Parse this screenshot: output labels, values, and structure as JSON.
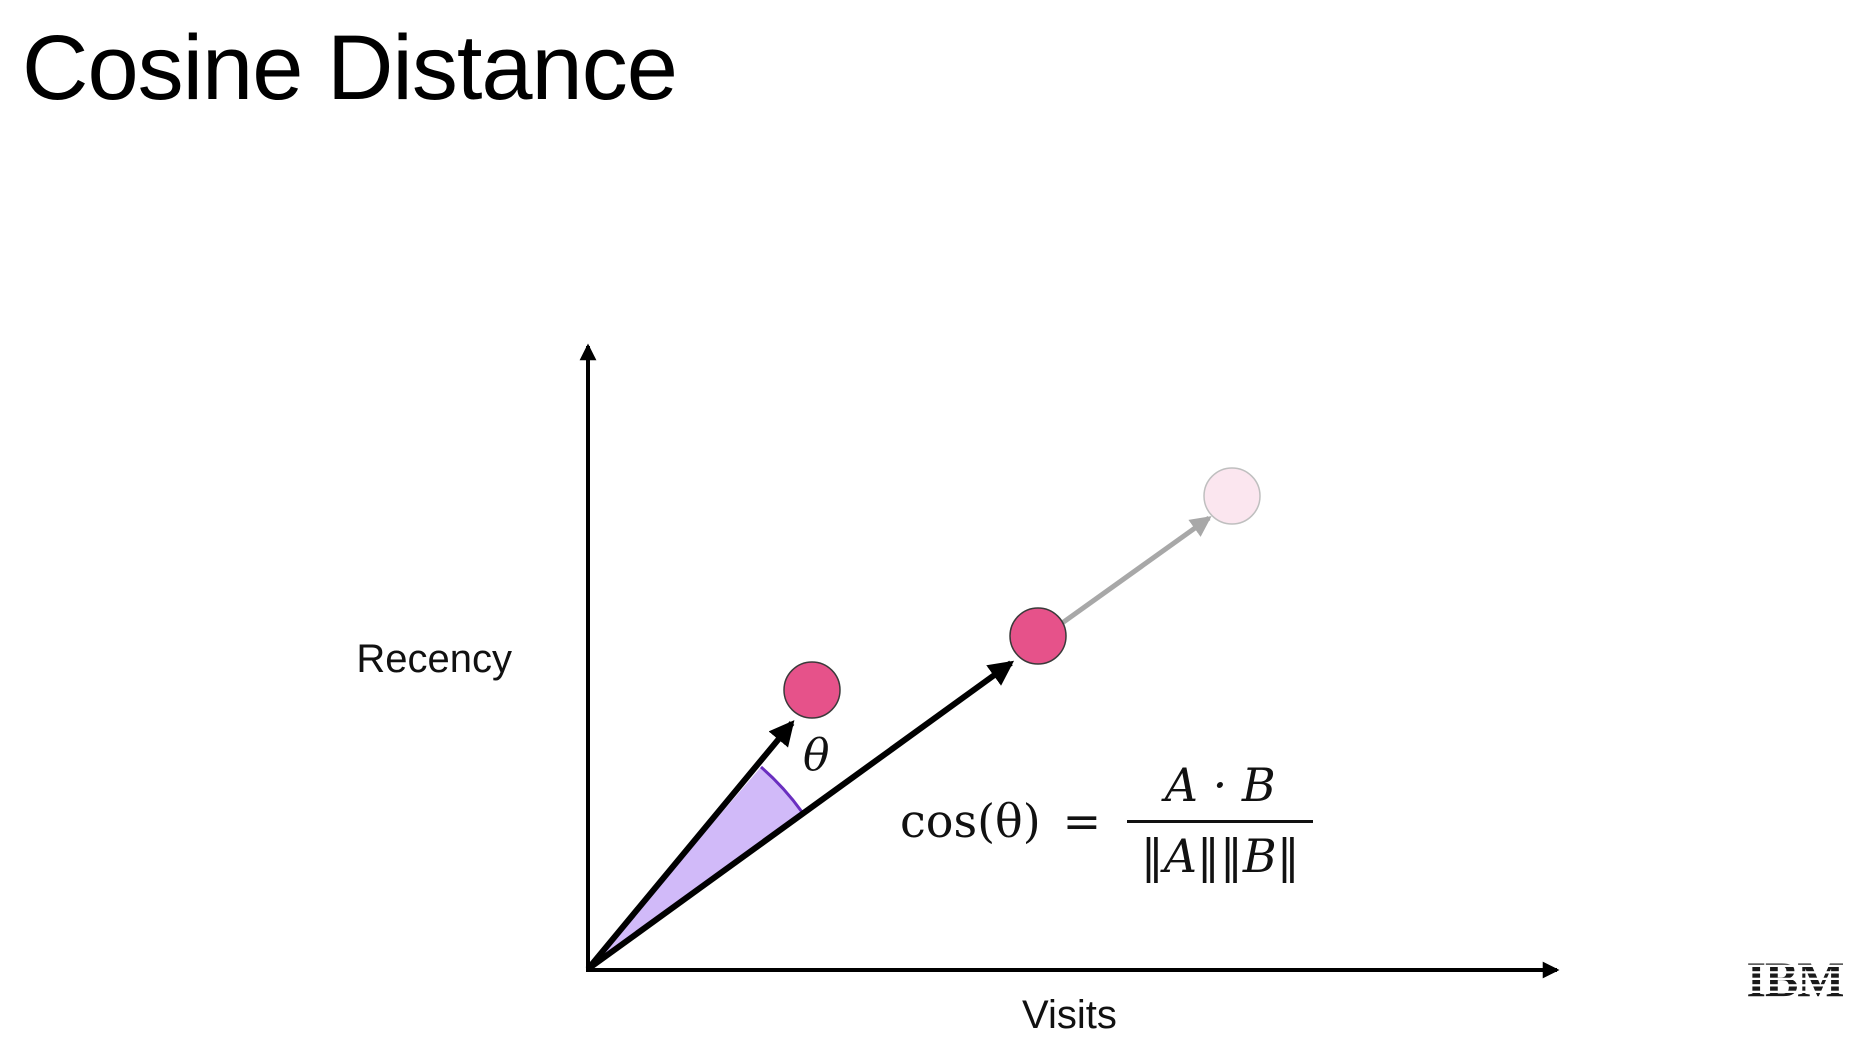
{
  "slide": {
    "title": "Cosine Distance"
  },
  "axes": {
    "y_label": "Recency",
    "x_label": "Visits"
  },
  "angle_label": "θ",
  "formula": {
    "lhs": "cos(θ)",
    "equals": "=",
    "numerator": "A · B",
    "denominator": "‖A‖‖B‖"
  },
  "colors": {
    "point": "#e6528a",
    "point_faded": "#fbe6ef",
    "angle_fill": "#c9aef8",
    "angle_arc": "#6a2fc0",
    "extension_arrow": "#a8a8a8",
    "vectors": "#000000"
  },
  "logo": {
    "text": "IBM"
  }
}
